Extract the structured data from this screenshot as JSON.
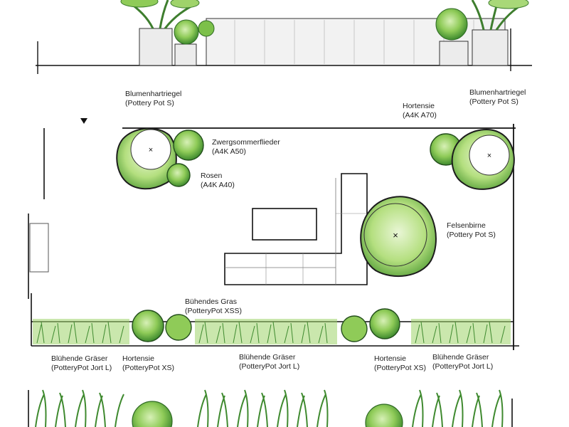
{
  "labels": [
    {
      "id": "blumenhartriegel-left",
      "name": "Blumenhartriegel",
      "pot": "(Pottery Pot S)"
    },
    {
      "id": "blumenhartriegel-right",
      "name": "Blumenhartriegel",
      "pot": "(Pottery Pot S)"
    },
    {
      "id": "zwergsommerflieder",
      "name": "Zwergsommerflieder",
      "pot": "(A4K A50)"
    },
    {
      "id": "rosen",
      "name": "Rosen",
      "pot": "(A4K A40)"
    },
    {
      "id": "hortensie-top",
      "name": "Hortensie",
      "pot": "(A4K A70)"
    },
    {
      "id": "felsenbirne",
      "name": "Felsenbirne",
      "pot": "(Pottery Pot S)"
    },
    {
      "id": "buehendes-gras",
      "name": "Bühendes Gras",
      "pot": "(PotteryPot XSS)"
    },
    {
      "id": "bluehende-graeser-left",
      "name": "Blühende Gräser",
      "pot": "(PotteryPot Jort L)"
    },
    {
      "id": "hortensie-bottom-left",
      "name": "Hortensie",
      "pot": "(PotteryPot XS)"
    },
    {
      "id": "bluehende-graeser-mid",
      "name": "Blühende Gräser",
      "pot": "(PotteryPot Jort L)"
    },
    {
      "id": "hortensie-bottom-right",
      "name": "Hortensie",
      "pot": "(PotteryPot XS)"
    },
    {
      "id": "bluehende-graeser-right",
      "name": "Blühende Gräser",
      "pot": "(PotteryPot Jort L)"
    }
  ],
  "colors": {
    "ink": "#1b1b1b",
    "leaf_dark": "#3f8a2f",
    "leaf_mid": "#7cc04a",
    "leaf_light": "#bfe59a",
    "pot": "#e9e9e9"
  }
}
